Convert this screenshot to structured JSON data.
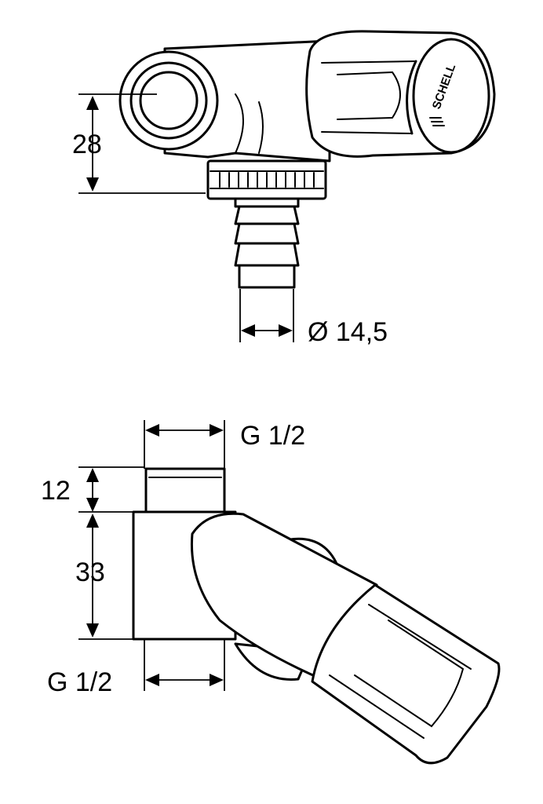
{
  "brand_logo": "SCHELL",
  "top_view": {
    "height_dimension": "28",
    "hose_diameter": "Ø 14,5"
  },
  "side_view": {
    "top_thread": "G 1/2",
    "thread_length": "12",
    "body_height": "33",
    "bottom_thread": "G 1/2"
  }
}
